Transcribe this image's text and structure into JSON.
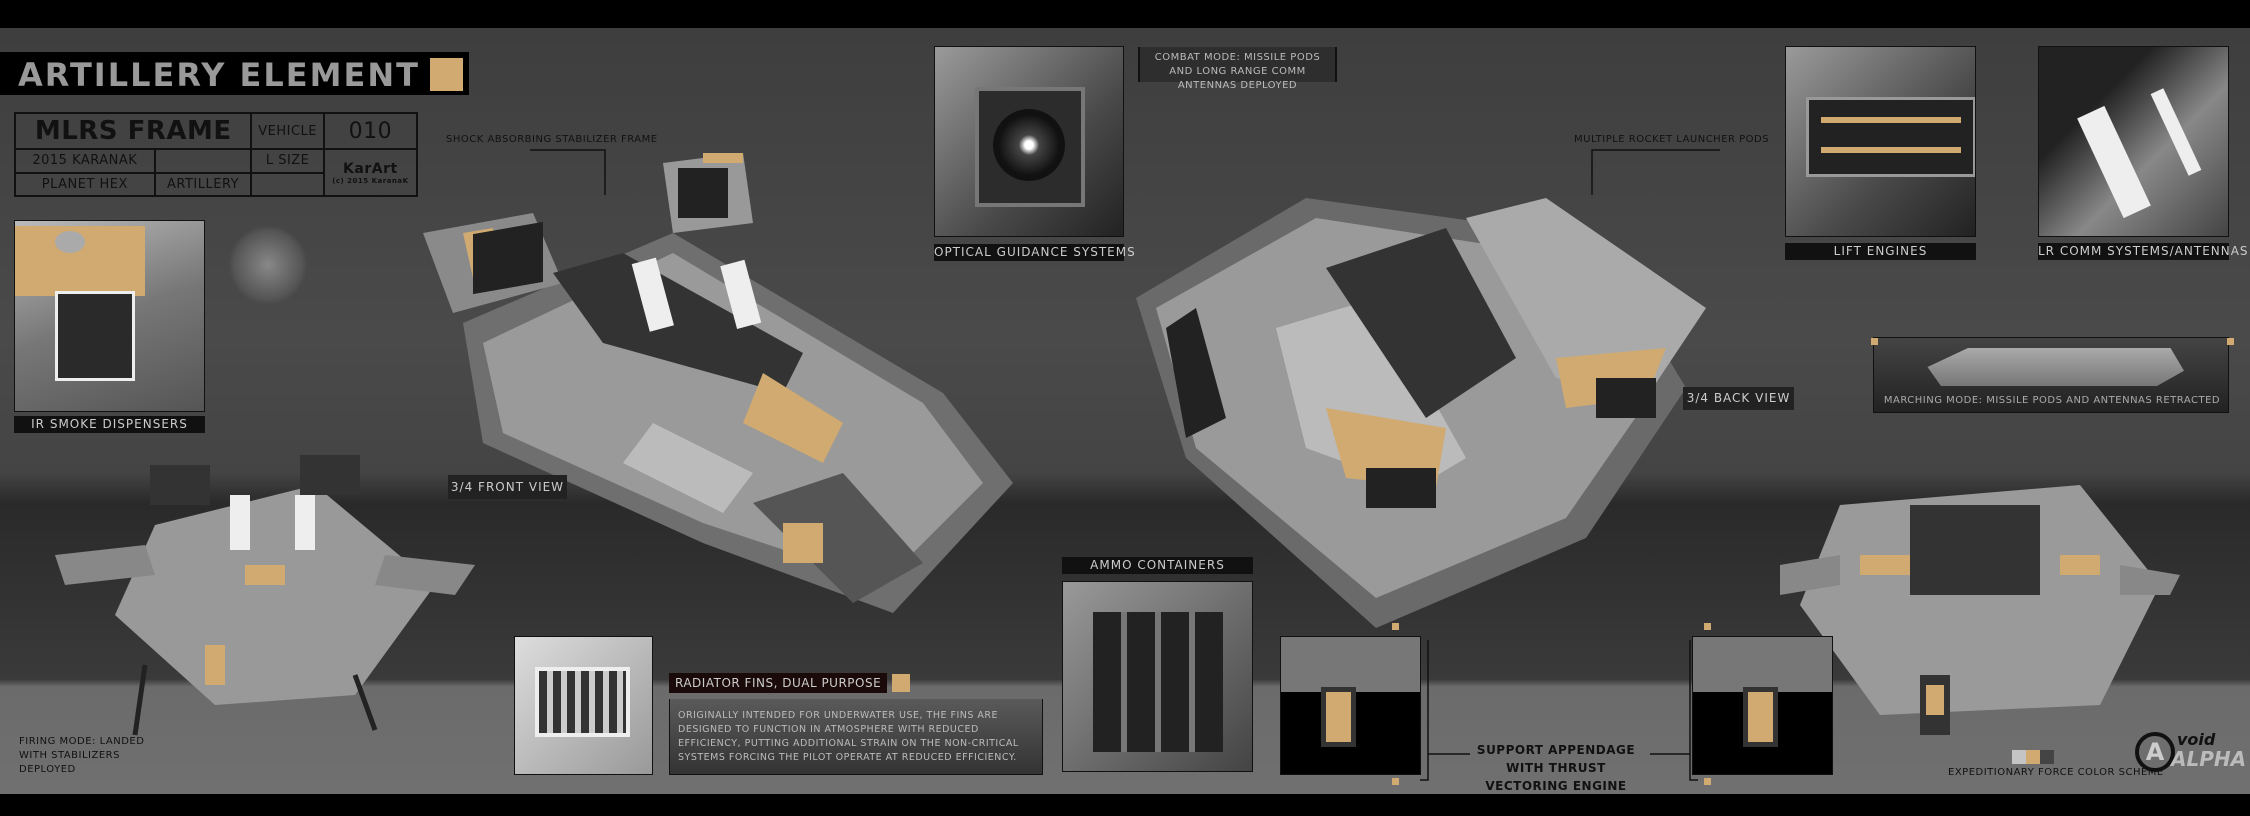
{
  "header": {
    "title": "ARTILLERY ELEMENT",
    "accent_color": "#d0aa70"
  },
  "info_table": {
    "name": "MLRS FRAME",
    "type_label": "VEHICLE",
    "number": "010",
    "author": "2015 KARANAK",
    "size": "L SIZE",
    "setting": "PLANET HEX",
    "role": "ARTILLERY",
    "logo_text": "KarArt (c) 2015 KaranaK"
  },
  "callouts": {
    "ir_smoke": "IR SMOKE DISPENSERS",
    "shock": "SHOCK ABSORBING STABILIZER FRAME",
    "front_view": "3/4 FRONT VIEW",
    "optical": "OPTICAL GUIDANCE SYSTEMS",
    "combat_mode": "COMBAT MODE: MISSILE PODS AND LONG RANGE COMM ANTENNAS DEPLOYED",
    "rocket_pods": "MULTIPLE ROCKET LAUNCHER PODS",
    "back_view": "3/4 BACK VIEW",
    "lift_engines": "LIFT ENGINES",
    "lr_comm": "LR COMM SYSTEMS/ANTENNAS",
    "marching_mode": "MARCHING MODE: MISSILE PODS AND ANTENNAS RETRACTED",
    "firing_mode": "FIRING MODE: LANDED WITH STABILIZERS DEPLOYED",
    "radiator_title": "RADIATOR FINS, DUAL PURPOSE",
    "radiator_text": "ORIGINALLY INTENDED FOR UNDERWATER USE, THE FINS ARE DESIGNED TO FUNCTION IN ATMOSPHERE WITH REDUCED EFFICIENCY, PUTTING ADDITIONAL STRAIN ON THE NON-CRITICAL SYSTEMS FORCING THE PILOT OPERATE AT REDUCED EFFICIENCY.",
    "ammo": "AMMO CONTAINERS",
    "support": "SUPPORT APPENDAGE WITH THRUST VECTORING ENGINE"
  },
  "color_scheme": {
    "label": "EXPEDITIONARY FORCE COLOR SCHEME",
    "colors": [
      "#c4c4c4",
      "#d0aa70",
      "#444444"
    ]
  },
  "logo": {
    "text": "void ALPHA"
  }
}
